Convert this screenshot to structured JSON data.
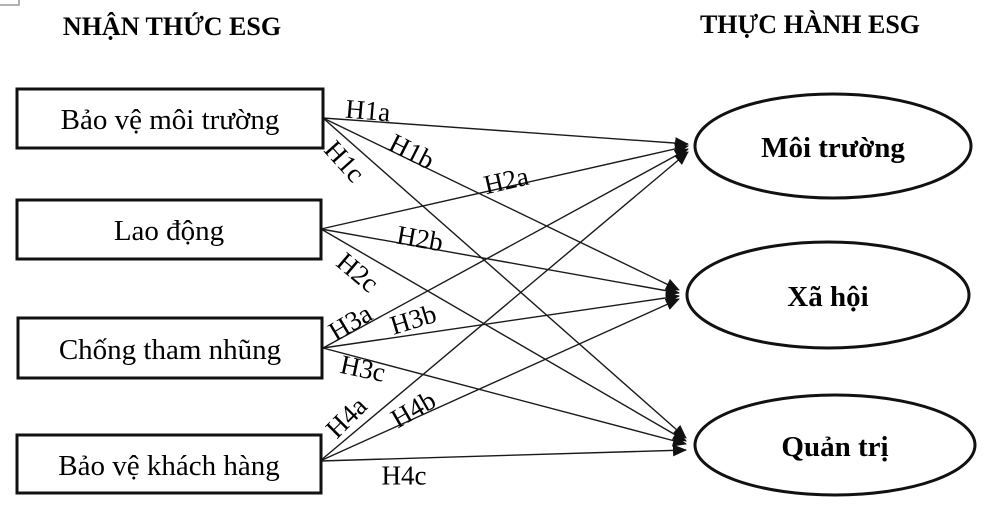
{
  "headers": {
    "left": "NHẬN THỨC ESG",
    "right": "THỰC HÀNH ESG"
  },
  "perception_boxes": [
    {
      "label": "Bảo vệ môi trường"
    },
    {
      "label": "Lao động"
    },
    {
      "label": "Chống tham nhũng"
    },
    {
      "label": "Bảo vệ khách hàng"
    }
  ],
  "practice_ellipses": [
    {
      "label": "Môi trường"
    },
    {
      "label": "Xã hội"
    },
    {
      "label": "Quản trị"
    }
  ],
  "arrows": [
    {
      "label": "H1a",
      "from": "Bảo vệ môi trường",
      "to": "Môi trường"
    },
    {
      "label": "H1b",
      "from": "Bảo vệ môi trường",
      "to": "Xã hội"
    },
    {
      "label": "H1c",
      "from": "Bảo vệ môi trường",
      "to": "Quản trị"
    },
    {
      "label": "H2a",
      "from": "Lao động",
      "to": "Môi trường"
    },
    {
      "label": "H2b",
      "from": "Lao động",
      "to": "Xã hội"
    },
    {
      "label": "H2c",
      "from": "Lao động",
      "to": "Quản trị"
    },
    {
      "label": "H3a",
      "from": "Chống tham nhũng",
      "to": "Môi trường"
    },
    {
      "label": "H3b",
      "from": "Chống tham nhũng",
      "to": "Xã hội"
    },
    {
      "label": "H3c",
      "from": "Chống tham nhũng",
      "to": "Quản trị"
    },
    {
      "label": "H4a",
      "from": "Bảo vệ khách hàng",
      "to": "Môi trường"
    },
    {
      "label": "H4b",
      "from": "Bảo vệ khách hàng",
      "to": "Xã hội"
    },
    {
      "label": "H4c",
      "from": "Bảo vệ khách hàng",
      "to": "Quản trị"
    }
  ],
  "colors": {
    "line": "#1a1a1a",
    "shape_stroke": "#111111",
    "text": "#000000",
    "background": "#ffffff"
  }
}
